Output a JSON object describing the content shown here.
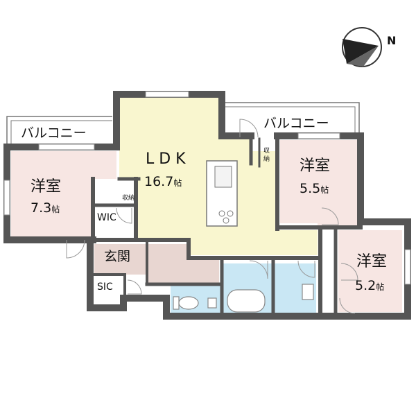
{
  "plan": {
    "rooms": {
      "western_1": {
        "name": "洋室",
        "size": "7.3",
        "unit": "帖"
      },
      "ldk": {
        "name": "L D K",
        "size": "16.7",
        "unit": "帖"
      },
      "western_2": {
        "name": "洋室",
        "size": "5.5",
        "unit": "帖"
      },
      "western_3": {
        "name": "洋室",
        "size": "5.2",
        "unit": "帖"
      },
      "entrance": {
        "name": "玄関"
      }
    },
    "storage": {
      "wic": "WIC",
      "sic": "SIC",
      "closet_small": "収納",
      "closet_ldk_1": "収",
      "closet_ldk_2": "納"
    },
    "balconies": {
      "left": "バルコニー",
      "right": "バルコニー"
    },
    "compass": {
      "north": "N"
    },
    "colors": {
      "wall": "#555555",
      "western_floor": "#f7e6e3",
      "ldk_floor": "#f9f6cf",
      "entrance_floor": "#e8d6d1",
      "wet_floor": "#c9e7f4"
    }
  }
}
